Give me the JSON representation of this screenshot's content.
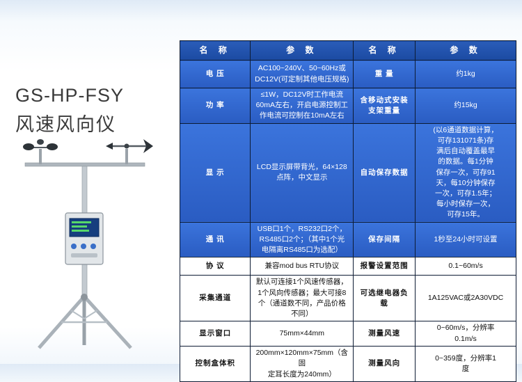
{
  "product": {
    "code": "GS-HP-FSY",
    "name": "风速风向仪"
  },
  "illustration": {
    "description": "wind-speed-and-direction-sensor-on-tripod"
  },
  "colors": {
    "header_blue": "#1b4aa2",
    "row_blue": "#2a5cc2",
    "border": "#0d1b33",
    "text_dark": "#3a3a3a"
  },
  "table": {
    "headers": [
      "名  称",
      "参  数",
      "名  称",
      "参  数"
    ],
    "rows": [
      {
        "c1": "电  压",
        "c2": "AC100~240V、50~60Hz或\nDC12V(可定制其他电压规格)",
        "c3": "重  量",
        "c4": "约1kg"
      },
      {
        "c1": "功  率",
        "c2": "≤1W，DC12V时工作电流\n60mA左右，开启电源控制工\n作电流可控制在10mA左右",
        "c3": "含移动式安装\n支架重量",
        "c4": "约15kg"
      },
      {
        "c1": "显  示",
        "c2": "LCD显示屏带背光，64×128\n点阵，中文显示",
        "c3": "自动保存数据",
        "c4": "(以6通道数据计算，\n可存131071条)存\n满后自动覆盖最早\n的数据。每1分钟\n保存一次，可存91\n天，每10分钟保存\n一次，可存1.5年；\n每小时保存一次，\n可存15年。"
      },
      {
        "c1": "通  讯",
        "c2": "USB口1个，RS232口2个，\nRS485口2个；（其中1个光\n电隔离RS485口为选配）",
        "c3": "保存间隔",
        "c4": "1秒至24小时可设置"
      },
      {
        "c1": "协  议",
        "c2": "兼容mod bus RTU协议",
        "c3": "报警设置范围",
        "c4": "0.1~60m/s"
      },
      {
        "c1": "采集通道",
        "c2": "默认可连接1个风速传感器，\n1个风向传感器；最大可接8\n个（通道数不同，产品价格\n不同）",
        "c3": "可选继电器负载",
        "c4": "1A125VAC或2A30VDC"
      },
      {
        "c1": "显示窗口",
        "c2": "75mm×44mm",
        "c3": "测量风速",
        "c4": "0~60m/s，分辨率\n0.1m/s"
      },
      {
        "c1": "控制盒体积",
        "c2": "200mm×120mm×75mm（含固\n定耳长度为240mm）",
        "c3": "测量风向",
        "c4": "0~359度，分辨率1\n度"
      }
    ]
  }
}
